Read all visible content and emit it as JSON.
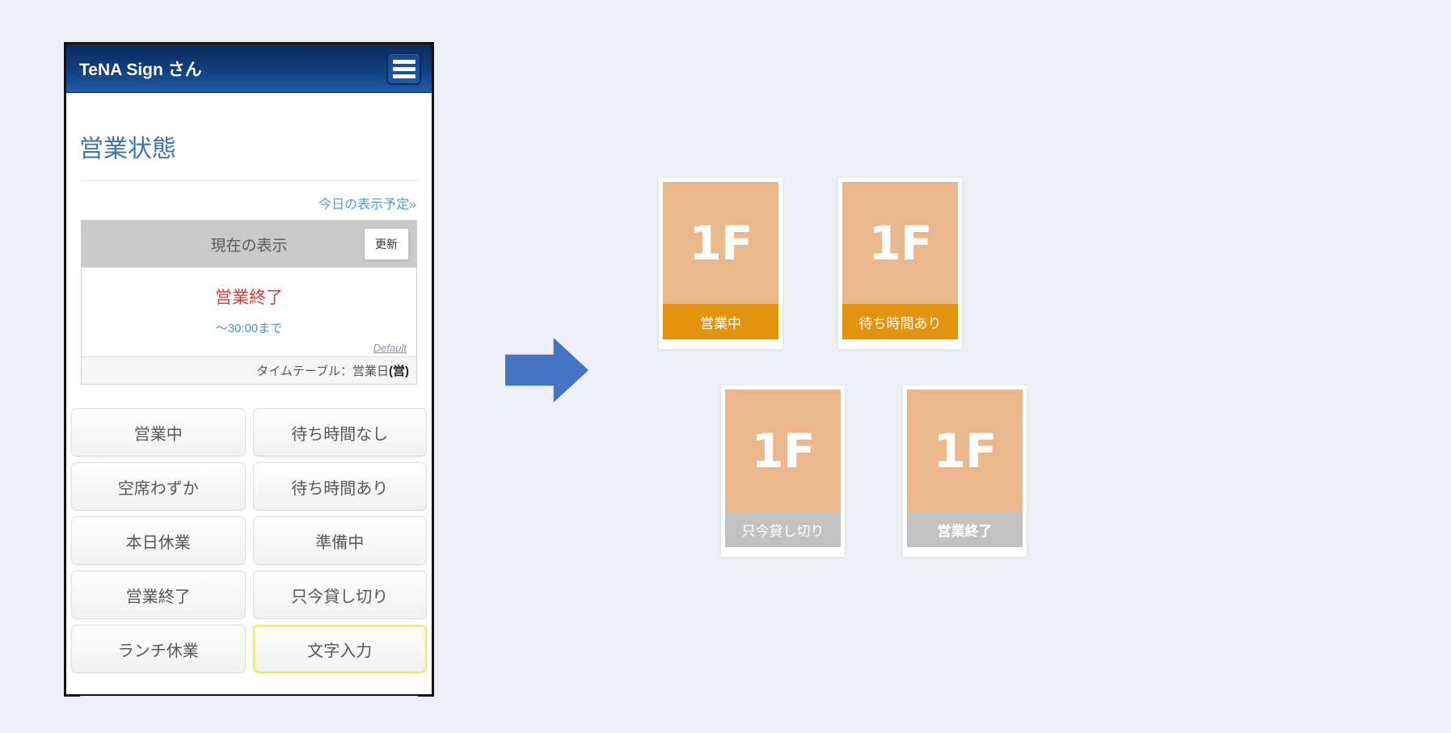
{
  "app": {
    "header": {
      "title": "TeNA Sign さん"
    },
    "page_title": "営業状態",
    "today_link": "今日の表示予定»",
    "current_display": {
      "title": "現在の表示",
      "update_button": "更新",
      "status": "営業終了",
      "until": "〜30:00まで",
      "default_link": "Default",
      "timetable_label": "タイムテーブル：営業日",
      "timetable_bold": "(営)"
    },
    "status_buttons": [
      "営業中",
      "待ち時間なし",
      "空席わずか",
      "待ち時間あり",
      "本日休業",
      "準備中",
      "営業終了",
      "只今貸し切り",
      "ランチ休業",
      "文字入力"
    ],
    "highlighted_button": "文字入力"
  },
  "signs": [
    {
      "floor": "1F",
      "label": "営業中",
      "bar_color": "#e2940e",
      "label_weight": "400"
    },
    {
      "floor": "1F",
      "label": "待ち時間あり",
      "bar_color": "#e2940e",
      "label_weight": "400"
    },
    {
      "floor": "1F",
      "label": "只今貸し切り",
      "bar_color": "#c2c2c2",
      "label_weight": "400"
    },
    {
      "floor": "1F",
      "label": "営業終了",
      "bar_color": "#c2c2c2",
      "label_weight": "700"
    }
  ],
  "colors": {
    "page_background": "#edf1f5",
    "header_gradient_top": "#0a2a60",
    "header_gradient_bottom": "#1e5cab",
    "title_blue": "#3a76a8",
    "link_blue": "#4e9cd8",
    "status_red": "#e03535",
    "until_blue": "#4a90d2",
    "sign_body_peach": "#ebb88d",
    "sign_bar_orange": "#e2940e",
    "sign_bar_gray": "#c2c2c2",
    "arrow_blue": "#4472c4",
    "highlight_yellow": "#f1ed4f"
  }
}
